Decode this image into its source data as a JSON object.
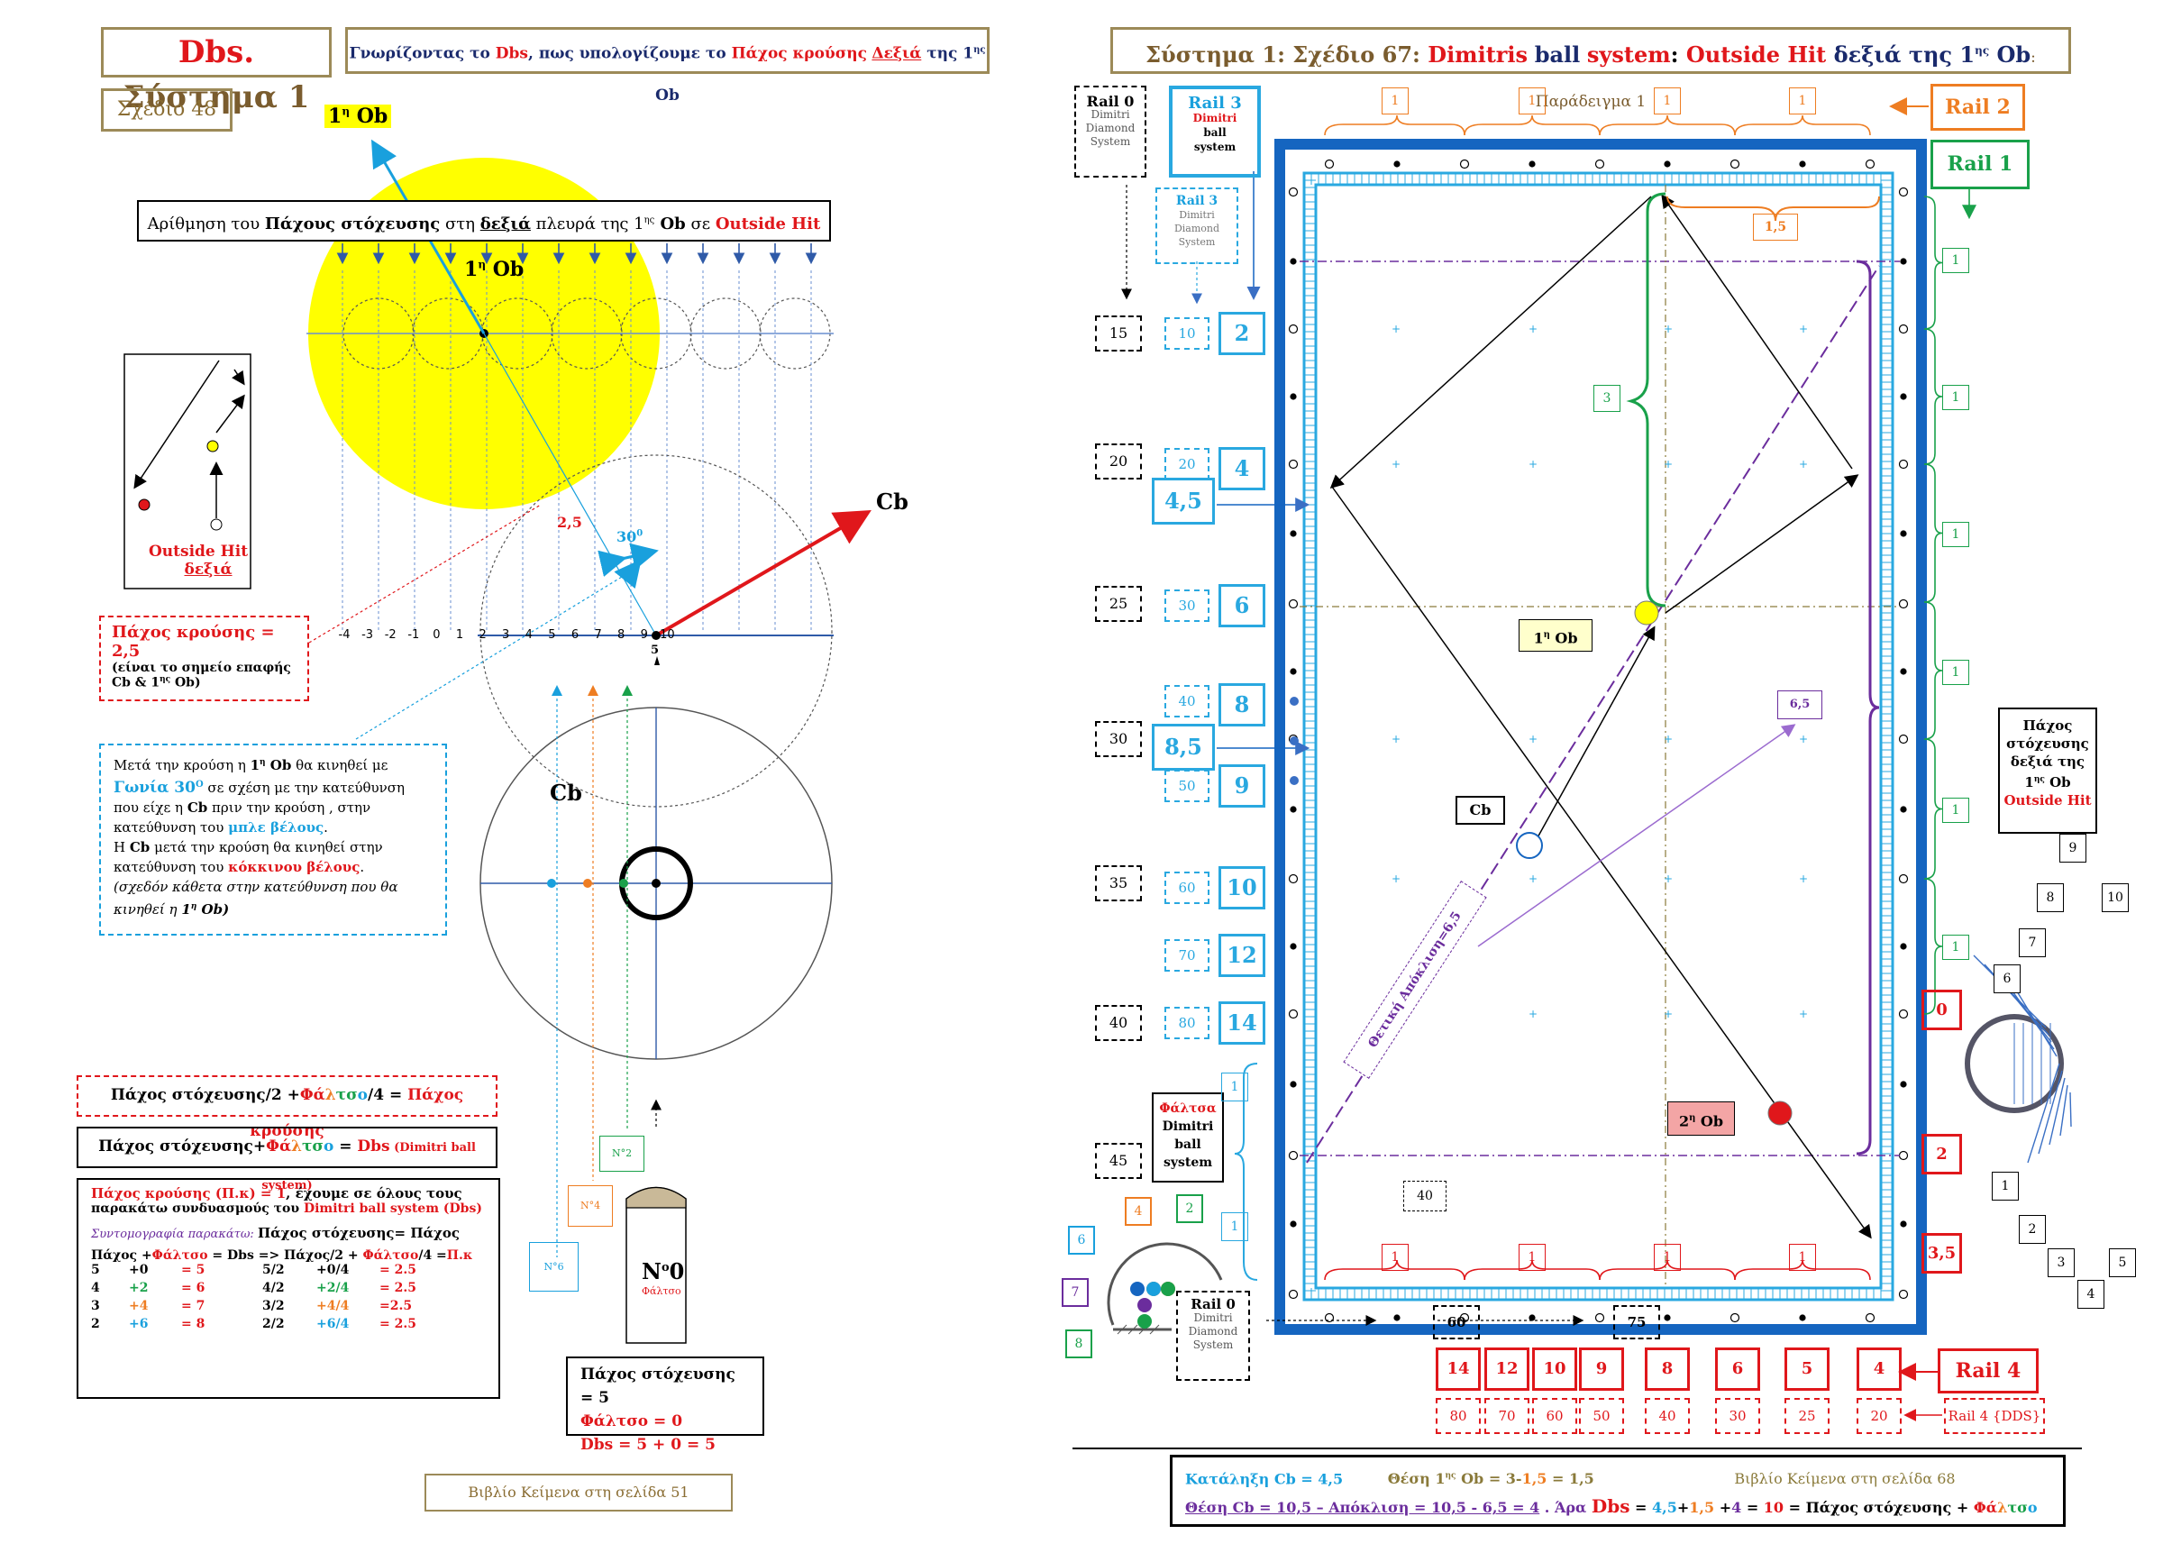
{
  "left": {
    "header_title_a": "Dbs.",
    "header_title_b": "Σύστημα 1",
    "header_subtitle_parts": [
      "Γνωρίζοντας το ",
      "Dbs",
      ", πως υπολογίζουμε το ",
      "Πάχος κρούσης",
      " ",
      "Δεξιά",
      " της 1",
      "ης",
      " Ob"
    ],
    "schedio": "Σχέδιο 48",
    "ob_label": "1",
    "ob_label_sup": "η",
    "ob_label_suffix": " Ob",
    "numbering_parts": [
      "Αρίθμηση του ",
      "Πάχους στόχευσης",
      " στη ",
      "δεξιά",
      "  πλευρά της 1",
      "ης",
      " Ob",
      " σε ",
      "Outside Hit"
    ],
    "ob_circle_label": "1",
    "ob_circle_sup": "η",
    "ob_circle_suffix": " Ob",
    "cb_arrow_label": "Cb",
    "axis_ticks": [
      "-4",
      "-3",
      "-2",
      "-1",
      "0",
      "1",
      "2",
      "3",
      "4",
      "5",
      "6",
      "7",
      "8",
      "9",
      "10"
    ],
    "axis_tick_extra": "5",
    "pachos_label": "2,5",
    "angle_label": "30",
    "angle_sup": "0",
    "outside_hit_a": "Outside Hit",
    "outside_hit_b": "δεξιά",
    "pachos_box_title": "Πάχος κρούσης  = 2,5",
    "pachos_box_line2": "(είναι το σημείο επαφής",
    "pachos_box_line3_a": "Cb & 1",
    "pachos_box_line3_sup": "ης",
    "pachos_box_line3_b": " Ob)",
    "info_lines": [
      [
        "Μετά την κρούση η ",
        "1",
        "η",
        " Ob",
        "  θα κινηθεί με"
      ],
      [
        "Γωνία 30",
        "O",
        "  σε σχέση με την κατεύθυνση"
      ],
      [
        "που  είχε  η ",
        "Cb",
        " πριν την κρούση , στην"
      ],
      [
        "κατεύθυνση του  ",
        "μπλε βέλους",
        "."
      ],
      [
        "Η ",
        "Cb",
        " μετά την κρούση θα κινηθεί στην"
      ],
      [
        "κατεύθυνση του ",
        "κόκκινου βέλους",
        "."
      ],
      [
        "(σχεδόν  κάθετα στην κατεύθυνση που θα"
      ],
      [
        "κινηθεί η  ",
        "1",
        "η",
        " Ob)"
      ]
    ],
    "cb_label": "Cb",
    "formula1_parts": [
      "Πάχος στόχευσης/2 +",
      "Φά",
      "λ",
      "τσ",
      "ο",
      "/4 = ",
      "Πάχος κρούσης"
    ],
    "formula2_parts": [
      "Πάχος στόχευσης+",
      "Φά",
      "λ",
      "τσ",
      "ο",
      " = ",
      "Dbs",
      " (Dimitri ball system)"
    ],
    "table_title_a": "Πάχος κρούσης (Π.κ) = 1",
    "table_title_b": ", έχουμε  σε όλους τους",
    "table_title_c": "παρακάτω συνδυασμούς του  ",
    "table_title_d": "Dimitri ball system (Dbs)",
    "table_abbrev_a": "Συντομογραφία παρακάτω: ",
    "table_abbrev_b": "Πάχος στόχευσης= Πάχος",
    "table_header": [
      "Πάχος +",
      "Φάλτσο",
      " = Dbs  => Πάχος/2 + ",
      "Φάλτσο",
      "/4 =",
      "Π.κ"
    ],
    "table_rows": [
      [
        "5",
        "+0",
        "= 5",
        "5/2",
        "+0/4",
        "= 2.5"
      ],
      [
        "4",
        "+2",
        "= 6",
        "4/2",
        "+2/4",
        "= 2.5"
      ],
      [
        "3",
        "+4",
        "= 7",
        "3/2",
        "+4/4",
        "=2.5"
      ],
      [
        "2",
        "+6",
        "= 8",
        "2/2",
        "+6/4",
        "= 2.5"
      ]
    ],
    "n2": "N°2",
    "n4": "N°4",
    "n6": "N°6",
    "no0": "N",
    "no0_sup": "o",
    "no0_b": "0",
    "faltso_small": "Φάλτσο",
    "pachos_result_1": "Πάχος στόχευσης = 5",
    "pachos_result_2": "Φάλτσο = 0",
    "pachos_result_3_a": "Dbs",
    "pachos_result_3_b": " = 5 + 0 = 5",
    "book_ref": "Βιβλίο Κείμενα  στη σελίδα  51"
  },
  "right": {
    "header_parts": [
      "Σύστημα 1: Σχέδιο 67: ",
      "Dimitris",
      " ",
      "ball",
      " ",
      "system",
      ":  ",
      "Outside Hit",
      "  δεξιά  της 1",
      "ης",
      " Ob",
      ": Παράδειγμα 1"
    ],
    "rail0_top": [
      "Rail 0",
      "Dimitri",
      "Diamond",
      "System"
    ],
    "rail3_top": [
      "Rail 3",
      "Dimitri",
      "ball",
      "system"
    ],
    "rail3_dds": [
      "Rail 3",
      "Dimitri",
      "Diamond",
      "System"
    ],
    "rail2": "Rail 2",
    "rail1": "Rail 1",
    "rail4": "Rail 4",
    "rail4_dds": "Rail 4  {DDS}",
    "rail0_bottom": [
      "Rail 0",
      "Dimitri",
      "Diamond",
      "System"
    ],
    "faltsa_box": [
      "Φάλτσα",
      "Dimitri",
      "ball",
      "system"
    ],
    "top_ones": [
      "1",
      "1",
      "1",
      "1"
    ],
    "top_15": "1,5",
    "right_ones": [
      "1",
      "1",
      "1",
      "1",
      "1",
      "1"
    ],
    "right_red": [
      "0",
      "2",
      "3,5"
    ],
    "left_black": [
      "15",
      "20",
      "25",
      "30",
      "35",
      "40",
      "45"
    ],
    "left_cyan_small": [
      "10",
      "20",
      "30",
      "40",
      "50",
      "60",
      "70",
      "80"
    ],
    "left_cyan_big": [
      "2",
      "4",
      "6",
      "8",
      "9",
      "10",
      "12",
      "14"
    ],
    "left_big_extra": [
      "4,5",
      "8,5"
    ],
    "left_cyan_ones": [
      "1",
      "1"
    ],
    "bottom_red_ones": [
      "1",
      "1",
      "1",
      "1"
    ],
    "bottom_black": [
      "60",
      "75"
    ],
    "bottom_red_big": [
      "14",
      "12",
      "10",
      "9",
      "8",
      "6",
      "5",
      "4"
    ],
    "bottom_red_small": [
      "80",
      "70",
      "60",
      "50",
      "40",
      "30",
      "25",
      "20"
    ],
    "green_3": "3",
    "ob1_label_a": "1",
    "ob1_label_sup": "η",
    "ob1_label_b": " Ob",
    "ob2_label_a": "2",
    "ob2_label_sup": "η",
    "ob2_label_b": " Ob",
    "cb_label": "Cb",
    "v65": "6,5",
    "apoklisi": "Θετική Απόκλιση=6,5",
    "num40": "40",
    "pachos_box": [
      "Πάχος",
      "στόχευσης",
      "δεξιά  της",
      "1",
      "ης",
      " Ob",
      "Outside Hit"
    ],
    "fan_top": [
      "9",
      "8",
      "10",
      "7",
      "6"
    ],
    "fan_bottom": [
      "1",
      "2",
      "3",
      "5",
      "4"
    ],
    "faltso_circle_nums": [
      "4",
      "2",
      "6",
      "7",
      "8"
    ],
    "footer_line1": [
      "Κατάληξη Cb = 4,5",
      "Θέση 1",
      "ης",
      " Ob = 3-",
      "1,5",
      " = 1,5",
      "Βιβλίο Κείμενα  στη σελίδα  68"
    ],
    "footer_line2": [
      "Θέση Cb = 10,5 – Απόκλιση = 10,5 - 6,5 = 4",
      " .   Άρα ",
      "Dbs",
      " = ",
      "4,5",
      "+",
      "1,5",
      " +",
      "4",
      " = ",
      "10",
      " = Πάχος στόχευσης + ",
      "Φά",
      "λ",
      "τσ",
      "ο"
    ]
  },
  "colors": {
    "gold_border": "#9c8a58",
    "red": "#e0171b",
    "navy": "#1f59a8",
    "cyan": "#19a0dd",
    "yellow": "#ffff00",
    "table_blue": "#1565c0",
    "green": "#19a14a",
    "purple": "#6b2d9d",
    "orange": "#ee7d22"
  }
}
